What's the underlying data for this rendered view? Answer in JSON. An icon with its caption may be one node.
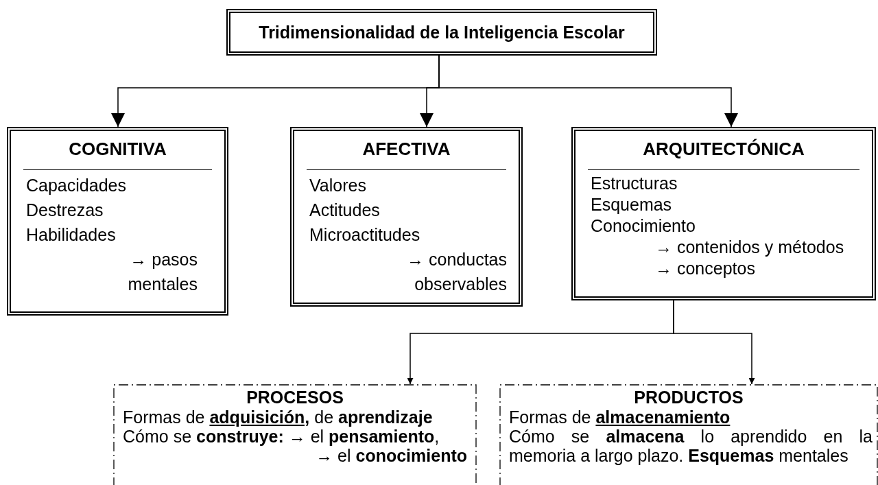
{
  "diagram": {
    "nodes": [
      {
        "text": [
          "Tridimensionalidad de la Inteligencia Escolar"
        ]
      },
      {
        "text": [
          "COGNITIVA",
          "Capacidades",
          "Destrezas",
          "Habilidades",
          "→ pasos mentales"
        ]
      },
      {
        "text": [
          "AFECTIVA",
          "Valores",
          "Actitudes",
          "Microactitudes",
          "→ conductas observables"
        ]
      },
      {
        "text": [
          "ARQUITECTÓNICA",
          "Estructuras",
          "Esquemas",
          "Conocimiento",
          "→ contenidos y métodos",
          "→ conceptos"
        ]
      },
      {
        "text": [
          "PROCESOS",
          "Formas de **adquisición,** de **aprendizaje**",
          "Cómo se **construye:** → el **pensamiento**,",
          "→ el **conocimiento**"
        ]
      },
      {
        "text": [
          "PRODUCTOS",
          "Formas de **almacenamiento**",
          "Cómo se **almacena** lo aprendido en la memoria a largo plazo. **Esquemas** mentales"
        ]
      }
    ],
    "edges": [
      {
        "from": 0,
        "to": 1,
        "arrow": "to"
      },
      {
        "from": 0,
        "to": 2,
        "arrow": "to"
      },
      {
        "from": 0,
        "to": 3,
        "arrow": "to"
      },
      {
        "from": 3,
        "to": 4,
        "arrow": "to"
      },
      {
        "from": 3,
        "to": 5,
        "arrow": "to"
      }
    ]
  }
}
